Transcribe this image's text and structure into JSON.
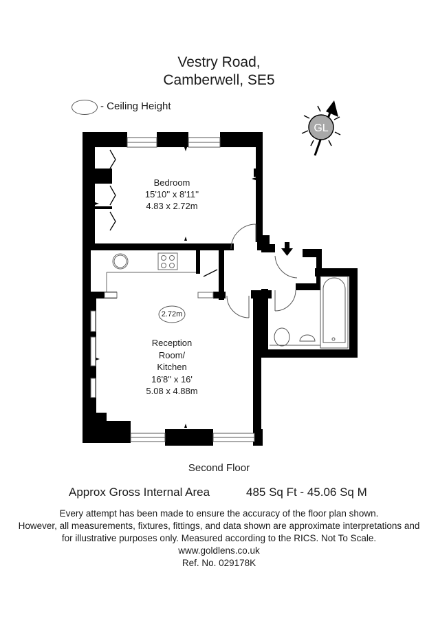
{
  "header": {
    "address_line1": "Vestry Road,",
    "address_line2": "Camberwell, SE5"
  },
  "legend": {
    "ceiling_height_label": "- Ceiling Height"
  },
  "compass": {
    "logo_text": "GL",
    "icon": "north-arrow-compass-icon"
  },
  "rooms": {
    "bedroom": {
      "name": "Bedroom",
      "imperial": "15'10'' x 8'11''",
      "metric": "4.83 x 2.72m"
    },
    "reception": {
      "name_line1": "Reception",
      "name_line2": "Room/",
      "name_line3": "Kitchen",
      "imperial": "16'8'' x 16'",
      "metric": "5.08 x 4.88m",
      "ceiling_height": "2.72m"
    }
  },
  "floor": {
    "name": "Second Floor"
  },
  "area": {
    "label": "Approx Gross Internal Area",
    "value": "485 Sq Ft  -  45.06 Sq M"
  },
  "disclaimer": {
    "line1": "Every attempt has been made to ensure the accuracy of the floor plan shown.",
    "line2": "However, all measurements, fixtures, fittings, and data shown are approximate interpretations and",
    "line3": "for illustrative purposes only. Measured according to the RICS. Not To Scale.",
    "website": "www.goldlens.co.uk",
    "reference": "Ref. No. 029178K"
  },
  "colors": {
    "wall": "#000000",
    "compass_circle": "#a8a8a8",
    "line": "#555555"
  }
}
